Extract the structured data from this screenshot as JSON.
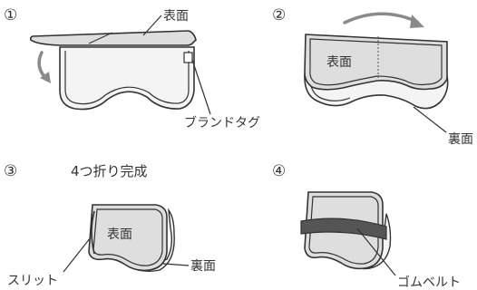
{
  "steps": {
    "s1": "①",
    "s2": "②",
    "s3": "③",
    "s4": "④"
  },
  "step3_title": "4つ折り完成",
  "labels": {
    "omote_1": "表面",
    "brand_tag": "ブランドタグ",
    "omote_2": "表面",
    "ura_2": "裏面",
    "omote_3": "表面",
    "ura_3": "裏面",
    "slit": "スリット",
    "gom_belt": "ゴムベルト"
  },
  "colors": {
    "face": "#dedede",
    "light": "#f4f4f4",
    "belt": "#555555",
    "arrow": "#8a8a8a",
    "outline": "#333333"
  }
}
